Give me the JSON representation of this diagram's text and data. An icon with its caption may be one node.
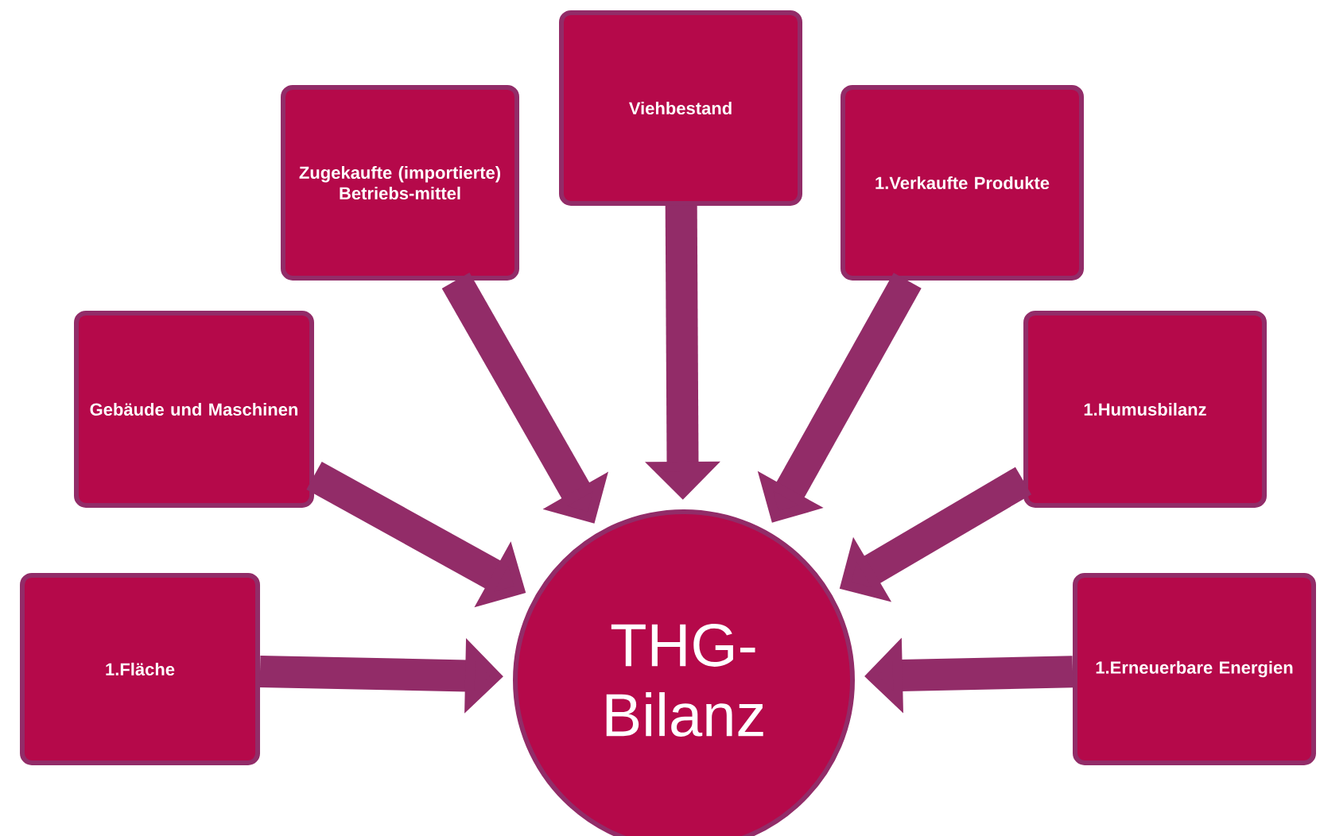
{
  "diagram": {
    "nodes": [
      {
        "text": [
          "1.Fläche"
        ]
      },
      {
        "text": [
          "Gebäude und Maschinen"
        ]
      },
      {
        "text": [
          "Zugekaufte (importierte) Betriebs-mittel"
        ]
      },
      {
        "text": [
          "Viehbestand"
        ]
      },
      {
        "text": [
          "1.Verkaufte Produkte"
        ]
      },
      {
        "text": [
          "1.Humusbilanz"
        ]
      },
      {
        "text": [
          "1.Erneuerbare Energien"
        ]
      },
      {
        "text": [
          "THG- Bilanz"
        ]
      }
    ],
    "edges": [
      {
        "from": 0,
        "to": 7,
        "arrow": "to"
      },
      {
        "from": 1,
        "to": 7,
        "arrow": "to"
      },
      {
        "from": 2,
        "to": 7,
        "arrow": "to"
      },
      {
        "from": 3,
        "to": 7,
        "arrow": "to"
      },
      {
        "from": 4,
        "to": 7,
        "arrow": "to"
      },
      {
        "from": 5,
        "to": 7,
        "arrow": "to"
      },
      {
        "from": 6,
        "to": 7,
        "arrow": "to"
      }
    ]
  }
}
